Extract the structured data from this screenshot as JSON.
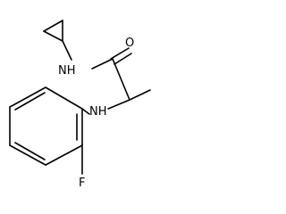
{
  "molecule": {
    "atoms": {
      "carbonyl_oxygen": "O",
      "amide_nitrogen": "NH",
      "amine_nitrogen": "NH",
      "fluorine": "F"
    }
  },
  "colors": {
    "bond": "#000000",
    "text": "#000000",
    "background": "#ffffff"
  }
}
